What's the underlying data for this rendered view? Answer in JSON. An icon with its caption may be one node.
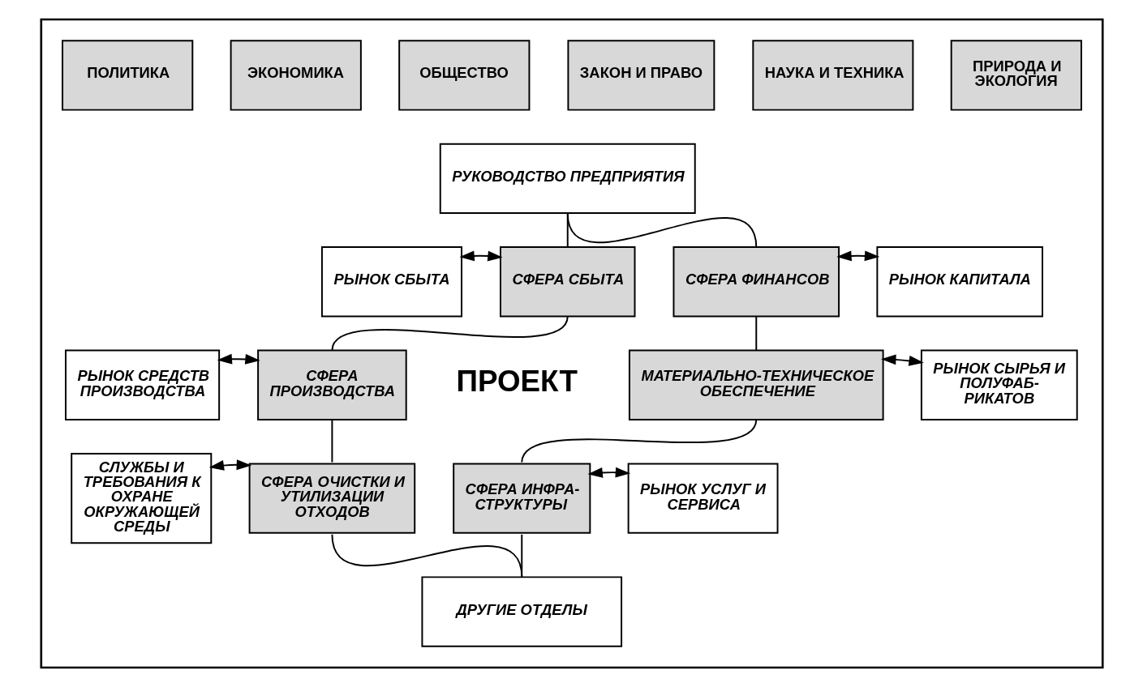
{
  "diagram": {
    "nodes": [
      {
        "text": [],
        "shape": "box"
      },
      {
        "text": [
          "ПОЛИТИКА"
        ],
        "in": 0
      },
      {
        "text": [
          "ЭКОНОМИКА"
        ],
        "in": 0
      },
      {
        "text": [
          "ОБЩЕСТВО"
        ],
        "in": 0
      },
      {
        "text": [
          "ЗАКОН И ПРАВО"
        ],
        "in": 0
      },
      {
        "text": [
          "НАУКА И ТЕХНИКА"
        ],
        "in": 0
      },
      {
        "text": [
          "ПРИРОДА И ЭКОЛОГИЯ"
        ],
        "in": 0
      },
      {
        "text": [
          "РУКОВОДСТВО ПРЕДПРИЯТИЯ"
        ],
        "in": 0
      },
      {
        "text": [
          "РЫНОК СБЫТА"
        ],
        "in": 0
      },
      {
        "text": [
          "СФЕРА СБЫТА"
        ],
        "in": 0
      },
      {
        "text": [
          "СФЕРА ФИНАНСОВ"
        ],
        "in": 0
      },
      {
        "text": [
          "РЫНОК КАПИТАЛА"
        ],
        "in": 0
      },
      {
        "text": [
          "РЫНОК СРЕДСТВ ПРОИЗВОДСТВА"
        ],
        "in": 0
      },
      {
        "text": [
          "СФЕРА ПРОИЗВОДСТВА"
        ],
        "in": 0
      },
      {
        "text": [
          "МАТЕРИАЛЬНО-ТЕХНИЧЕСКОЕ ОБЕСПЕЧЕНИЕ"
        ],
        "in": 0
      },
      {
        "text": [
          "РЫНОК СЫРЬЯ И ПОЛУФАБ- РИКАТОВ"
        ],
        "in": 0
      },
      {
        "text": [
          "СЛУЖБЫ И ТРЕБОВАНИЯ К ОХРАНЕ ОКРУЖАЮЩЕЙ СРЕДЫ"
        ],
        "in": 0
      },
      {
        "text": [
          "СФЕРА ОЧИСТКИ И УТИЛИЗАЦИИ ОТХОДОВ"
        ],
        "in": 0
      },
      {
        "text": [
          "СФЕРА ИНФРА- СТРУКТУРЫ"
        ],
        "in": 0
      },
      {
        "text": [
          "РЫНОК УСЛУГ И СЕРВИСА"
        ],
        "in": 0
      },
      {
        "text": [
          "ДРУГИЕ ОТДЕЛЫ"
        ],
        "in": 0
      }
    ],
    "edges": [
      {
        "from": 7,
        "to": 9,
        "arrow": "none"
      },
      {
        "from": 9,
        "to": 13,
        "arrow": "none"
      },
      {
        "from": 13,
        "to": 17,
        "arrow": "none"
      },
      {
        "from": 17,
        "to": 20,
        "arrow": "none"
      },
      {
        "from": 7,
        "to": 10,
        "arrow": "none"
      },
      {
        "from": 10,
        "to": 14,
        "arrow": "none"
      },
      {
        "from": 14,
        "to": 18,
        "arrow": "none"
      },
      {
        "from": 18,
        "to": 20,
        "arrow": "none"
      },
      {
        "from": 8,
        "to": 9,
        "arrow": "both"
      },
      {
        "from": 10,
        "to": 11,
        "arrow": "both"
      },
      {
        "from": 12,
        "to": 13,
        "arrow": "both"
      },
      {
        "from": 14,
        "to": 15,
        "arrow": "both"
      },
      {
        "from": 16,
        "to": 17,
        "arrow": "both"
      },
      {
        "from": 18,
        "to": 19,
        "arrow": "both"
      }
    ],
    "labels": [
      "ПРОЕКТ"
    ]
  }
}
